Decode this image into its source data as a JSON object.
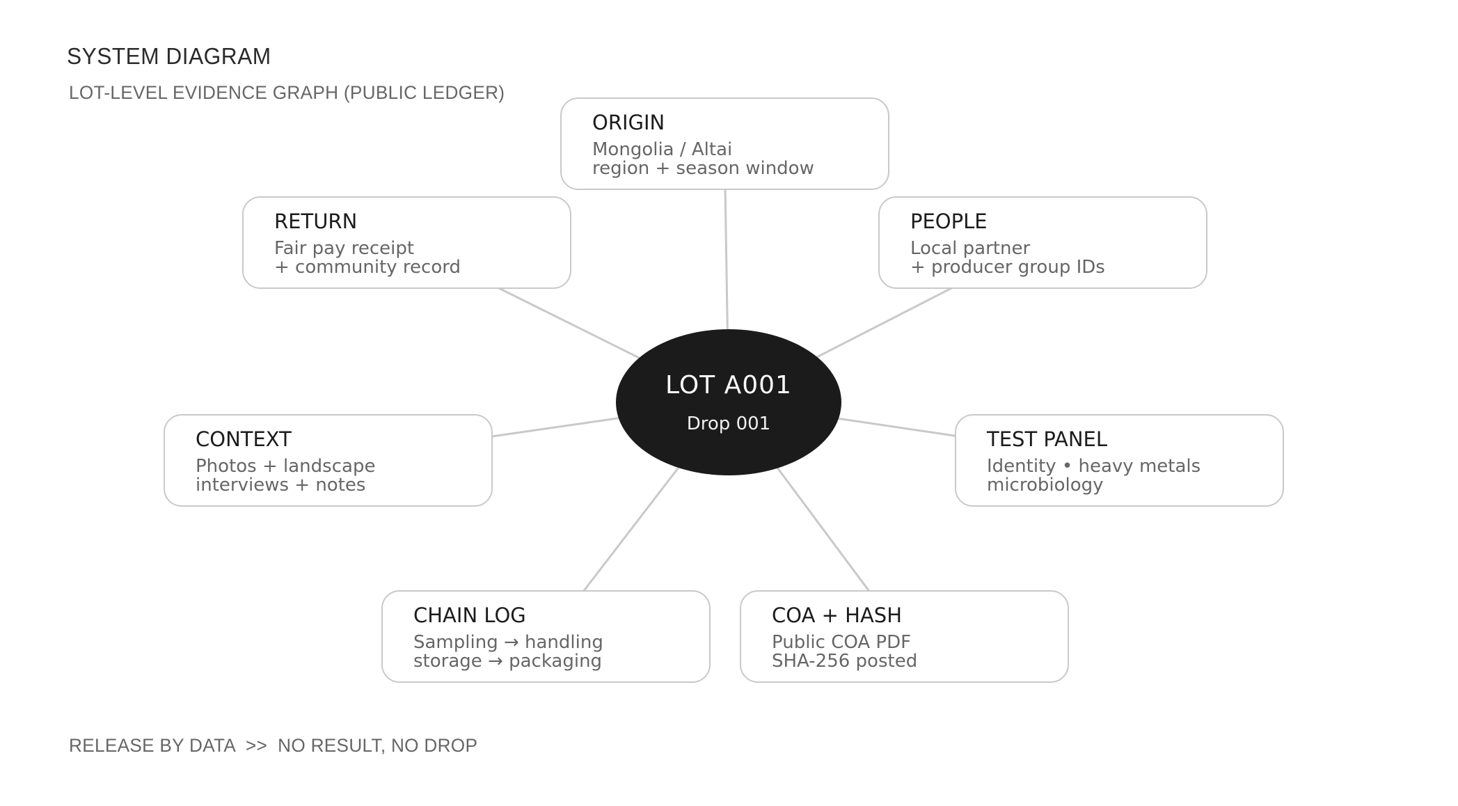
{
  "page": {
    "title": "SYSTEM DIAGRAM",
    "subtitle": "LOT-LEVEL EVIDENCE GRAPH (PUBLIC LEDGER)",
    "footer": "RELEASE BY DATA  >>  NO RESULT, NO DROP"
  },
  "diagram": {
    "center": {
      "title": "LOT A001",
      "subtitle": "Drop 001"
    },
    "nodes": [
      {
        "id": "origin",
        "title": "ORIGIN",
        "line1": "Mongolia / Altai",
        "line2": "region + season window"
      },
      {
        "id": "return",
        "title": "RETURN",
        "line1": "Fair pay receipt",
        "line2": "+ community record"
      },
      {
        "id": "people",
        "title": "PEOPLE",
        "line1": "Local partner",
        "line2": "+ producer group IDs"
      },
      {
        "id": "context",
        "title": "CONTEXT",
        "line1": "Photos + landscape",
        "line2": "interviews + notes"
      },
      {
        "id": "test-panel",
        "title": "TEST PANEL",
        "line1": "Identity • heavy metals",
        "line2": "microbiology"
      },
      {
        "id": "chain-log",
        "title": "CHAIN LOG",
        "line1": "Sampling → handling",
        "line2": "storage → packaging"
      },
      {
        "id": "coa-hash",
        "title": "COA + HASH",
        "line1": "Public COA PDF",
        "line2": "SHA-256 posted"
      }
    ],
    "colors": {
      "connector": "#c9c9c9",
      "node_border": "#c9c9c9",
      "center_fill": "#1b1b1b",
      "heading_text": "#1c1c1c",
      "body_text": "#666666",
      "center_text": "#fafafa"
    }
  }
}
